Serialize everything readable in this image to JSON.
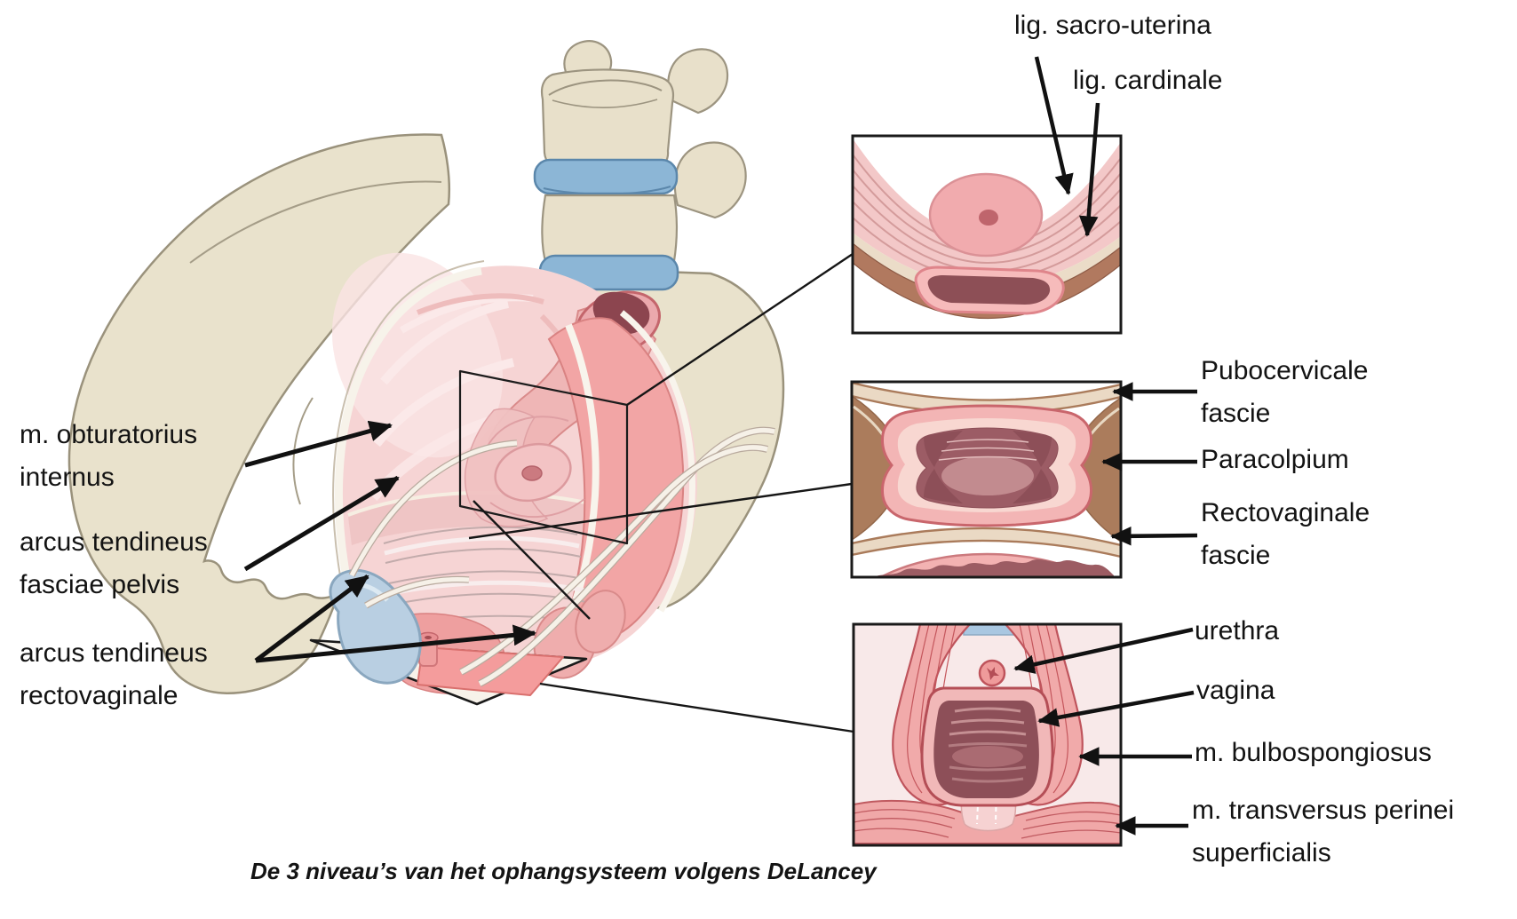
{
  "caption": "De 3 niveau’s van het ophangsysteem volgens DeLancey",
  "labels": {
    "left": [
      {
        "lines": [
          "m. obturatorius",
          "internus"
        ]
      },
      {
        "lines": [
          "arcus tendineus",
          "fasciae pelvis"
        ]
      },
      {
        "lines": [
          "arcus tendineus",
          "rectovaginale"
        ]
      }
    ],
    "ligaments": [
      {
        "lines": [
          "lig. sacro-uterina"
        ]
      },
      {
        "lines": [
          "lig. cardinale"
        ]
      }
    ],
    "level2": [
      {
        "lines": [
          "Pubocervicale",
          "fascie"
        ]
      },
      {
        "lines": [
          "Paracolpium"
        ]
      },
      {
        "lines": [
          "Rectovaginale",
          "fascie"
        ]
      }
    ],
    "level3": [
      {
        "lines": [
          "urethra"
        ]
      },
      {
        "lines": [
          "vagina"
        ]
      },
      {
        "lines": [
          "m. bulbospongiosus"
        ]
      },
      {
        "lines": [
          "m. transversus perinei",
          "superficialis"
        ]
      }
    ]
  },
  "colors": {
    "bone": "#e9e2cc",
    "bone_outline": "#9a927c",
    "disc_blue": "#8cb6d6",
    "disc_edge": "#5b87ab",
    "pelvic_floor_pink": "#f6d4d4",
    "muscle_salmon": "#f2a5a5",
    "muscle_outline": "#bf545c",
    "lumen_dark": "#8d4f58",
    "fascia_brown": "#b1795f",
    "fascia_cream": "#ead9c4",
    "symphysis_blue": "#b9cfe2",
    "perineal_sheet": "#f49c9c",
    "annotation_black": "#111111",
    "inset_bg": "#ffffff",
    "level3_bg": "#f8e9e9"
  }
}
